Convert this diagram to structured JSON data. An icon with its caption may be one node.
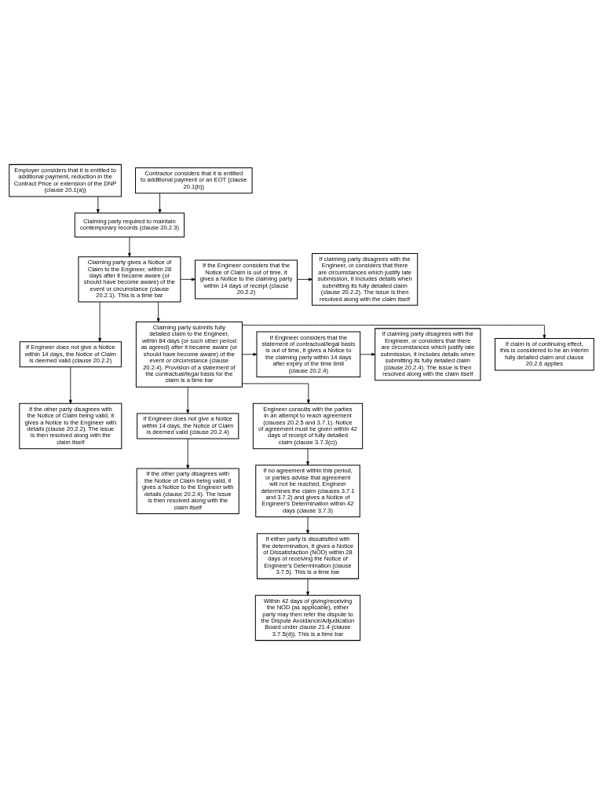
{
  "diagram": {
    "nodes": [
      {
        "text": [
          "Employer considers that it is entitled to additional payment, reduction in the Contract Price or extension of the DNP (clause 20.1(a))"
        ]
      },
      {
        "text": [
          "Contractor considers that it is entitled to additional payment or an EOT (clause 20.1(b))"
        ]
      },
      {
        "text": [
          "Claiming party required to maintain contemporary records (clause 20.2.3)"
        ]
      },
      {
        "text": [
          "Claiming party gives a Notice of Claim to the Engineer, within 28 days after it became aware (or should have become aware) of the event or circumstance (clause 20.2.1). This is a time bar"
        ]
      },
      {
        "text": [
          "If the Engineer considers that the Notice of Claim is out of time, it gives a Notice to the claiming party within 14 days of receipt (clause 20.2.2)"
        ]
      },
      {
        "text": [
          "If Engineer does not give a Notice within 14 days, the Notice of Claim is deemed valid (clause 20.2.2)"
        ]
      },
      {
        "text": [
          "If claiming party disagrees with the Engineer, or considers that there are circumstances which justify late submission, it includes details when submitting its fully detailed claim (clause 20.2.2). The issue is then resolved along with the claim itself"
        ]
      },
      {
        "text": [
          "If the other party disagrees with the Notice of Claim being valid, it gives a Notice to the Engineer with details (clause 20.2.2). The issue is then resolved along with the claim itself"
        ]
      },
      {
        "text": [
          "If claim is of continuing effect, this is considered to be an interim fully detailed claim and clause 20.2.6 applies"
        ]
      },
      {
        "text": [
          "Claiming party submits fully detailed claim to the Engineer, within 84 days (or such other period as agreed) after it became aware (or should have become aware) of the event or circumstance (clause 20.2.4). Provision of a statement of the contractual/legal basis for the claim is a time bar"
        ]
      },
      {
        "text": [
          "If Engineer considers that the statement of contractual/legal basis is out of time, it gives a Notice to the claiming party within 14 days after expiry of the time limit (clause 20.2.4)"
        ]
      },
      {
        "text": [
          "If Engineer does not give a Notice within 14 days, the Notice of Claim is deemed valid (clause 20.2.4)"
        ]
      },
      {
        "text": [
          "If claiming party disagrees with the Engineer, or considers that there are circumstances which justify late submission, it includes details when submitting its fully detailed claim (clause 20.2.4). The issue is then resolved along with the claim itself"
        ]
      },
      {
        "text": [
          "If the other party disagrees with the Notice of Claim being valid, it gives a Notice to the Engineer with details (clause 20.2.4). The issue is then resolved along with the claim itself"
        ]
      },
      {
        "text": [
          "Engineer consults with the parties in an attempt to reach agreement (clauses 20.2.5 and 3.7.1). Notice of agreement must be given within 42 days of receipt of fully detailed claim (clause 3.7.3(c))"
        ]
      },
      {
        "text": [
          "If no agreement within this period, or parties advise that agreement will not be reached, Engineer determines the claim (clauses 3.7.1 and 3.7.2) and gives a Notice of Engineer's Determination within 42 days (clause 3.7.3)"
        ]
      },
      {
        "text": [
          "If either party is dissatisfied with the determination, it gives a Notice of Dissatisfaction (NOD) within 28 days of receiving the Notice of Engineer's Determination (clause 3.7.5). This is a time bar"
        ]
      },
      {
        "text": [
          "Within 42 days of giving/receiving the NOD (as applicable), either party may then refer the dispute to the Dispute Avoidance/Adjudication Board under clause 21.4 (clause 3.7.5(d)). This is a time bar"
        ]
      }
    ],
    "edges": [
      {
        "from": 0,
        "to": 2,
        "arrow": "to"
      },
      {
        "from": 1,
        "to": 2,
        "arrow": "to"
      },
      {
        "from": 2,
        "to": 3,
        "arrow": "to"
      },
      {
        "from": 3,
        "to": 4,
        "arrow": "to"
      },
      {
        "from": 3,
        "to": 5,
        "arrow": "to"
      },
      {
        "from": 4,
        "to": 6,
        "arrow": "to"
      },
      {
        "from": 5,
        "to": 7,
        "arrow": "to"
      },
      {
        "from": 3,
        "to": 9,
        "arrow": "to"
      },
      {
        "from": 9,
        "to": 8,
        "arrow": "to"
      },
      {
        "from": 9,
        "to": 10,
        "arrow": "to"
      },
      {
        "from": 9,
        "to": 11,
        "arrow": "to"
      },
      {
        "from": 10,
        "to": 12,
        "arrow": "to"
      },
      {
        "from": 11,
        "to": 13,
        "arrow": "to"
      },
      {
        "from": 9,
        "to": 14,
        "arrow": "to"
      },
      {
        "from": 14,
        "to": 15,
        "arrow": "to"
      },
      {
        "from": 15,
        "to": 16,
        "arrow": "to"
      },
      {
        "from": 16,
        "to": 17,
        "arrow": "to"
      }
    ]
  }
}
